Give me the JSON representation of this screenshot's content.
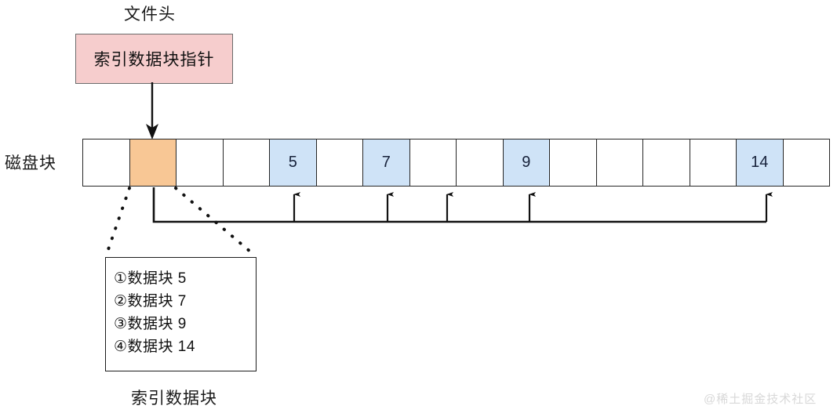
{
  "diagram": {
    "title_file_header": "文件头",
    "index_pointer_box_label": "索引数据块指针",
    "disk_row_label": "磁盘块",
    "index_block_caption": "索引数据块",
    "watermark": "@稀土掘金技术社区",
    "colors": {
      "pointer_box_fill": "#f6cdcd",
      "pointer_box_stroke": "#6b6b6b",
      "index_block_fill": "#f8c795",
      "data_block_fill": "#cfe3f7",
      "empty_block_fill": "#ffffff",
      "line": "#111111",
      "watermark": "#d8d8d8"
    },
    "disk_blocks": [
      {
        "index": 0,
        "label": "",
        "kind": "empty"
      },
      {
        "index": 1,
        "label": "",
        "kind": "index"
      },
      {
        "index": 2,
        "label": "",
        "kind": "empty"
      },
      {
        "index": 3,
        "label": "",
        "kind": "empty"
      },
      {
        "index": 4,
        "label": "5",
        "kind": "data"
      },
      {
        "index": 5,
        "label": "",
        "kind": "empty"
      },
      {
        "index": 6,
        "label": "7",
        "kind": "data"
      },
      {
        "index": 7,
        "label": "",
        "kind": "empty"
      },
      {
        "index": 8,
        "label": "",
        "kind": "empty"
      },
      {
        "index": 9,
        "label": "9",
        "kind": "data"
      },
      {
        "index": 10,
        "label": "",
        "kind": "empty"
      },
      {
        "index": 11,
        "label": "",
        "kind": "empty"
      },
      {
        "index": 12,
        "label": "",
        "kind": "empty"
      },
      {
        "index": 13,
        "label": "",
        "kind": "empty"
      },
      {
        "index": 14,
        "label": "14",
        "kind": "data"
      },
      {
        "index": 15,
        "label": "",
        "kind": "empty"
      }
    ],
    "index_entries": [
      {
        "marker": "①",
        "text": "数据块 5"
      },
      {
        "marker": "②",
        "text": "数据块 7"
      },
      {
        "marker": "③",
        "text": "数据块 9"
      },
      {
        "marker": "④",
        "text": "数据块 14"
      }
    ],
    "entry_lines": [
      "①数据块 5",
      "②数据块 7",
      "③数据块 9",
      "④数据块 14"
    ]
  }
}
